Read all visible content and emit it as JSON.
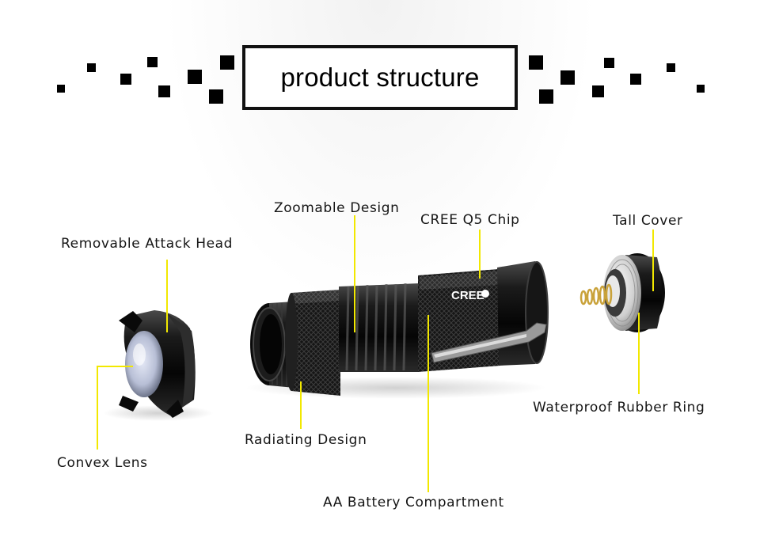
{
  "header": {
    "title": "product structure"
  },
  "logo": {
    "brand": "CREE"
  },
  "labels": {
    "zoomable_design": "Zoomable Design",
    "cree_chip": "CREE Q5 Chip",
    "tail_cover": "Tall Cover",
    "attack_head": "Removable Attack Head",
    "waterproof_ring": "Waterproof Rubber Ring",
    "radiating_design": "Radiating Design",
    "convex_lens": "Convex Lens",
    "battery_compartment": "AA Battery Compartment"
  },
  "colors": {
    "leader": "#f2e800",
    "ink": "#111111"
  }
}
